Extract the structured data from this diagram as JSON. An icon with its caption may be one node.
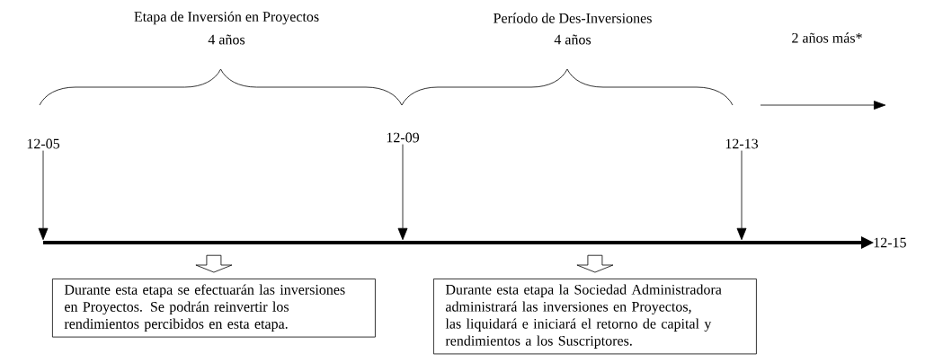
{
  "diagram": {
    "nodes": [
      {
        "text": [
          "12-05"
        ]
      },
      {
        "text": [
          "12-09"
        ]
      },
      {
        "text": [
          "12-13"
        ]
      },
      {
        "text": [],
        "shape": "bar"
      },
      {
        "text": [
          "Durante esta etapa se efectuarán las inversiones en Proyectos. Se podrán reinvertir los rendimientos percibidos en esta etapa."
        ]
      },
      {
        "text": [
          "Durante esta etapa la Sociedad Administradora administrará las inversiones en Proyectos, las liquidará e iniciará el retorno de capital y rendimientos a los Suscriptores."
        ]
      }
    ],
    "edges": [
      {
        "from": 0,
        "to": 3,
        "arrow": "to"
      },
      {
        "from": 1,
        "to": 3,
        "arrow": "to"
      },
      {
        "from": 2,
        "to": 3,
        "arrow": "to"
      },
      {
        "from": 3,
        "to": 4,
        "arrow": "to"
      },
      {
        "from": 3,
        "to": 5,
        "arrow": "to"
      }
    ],
    "labels": [
      "Etapa de Inversión en Proyectos",
      "4 años",
      "Período de Des-Inversiones",
      "4 años",
      "2 años más*",
      "12-15"
    ]
  }
}
